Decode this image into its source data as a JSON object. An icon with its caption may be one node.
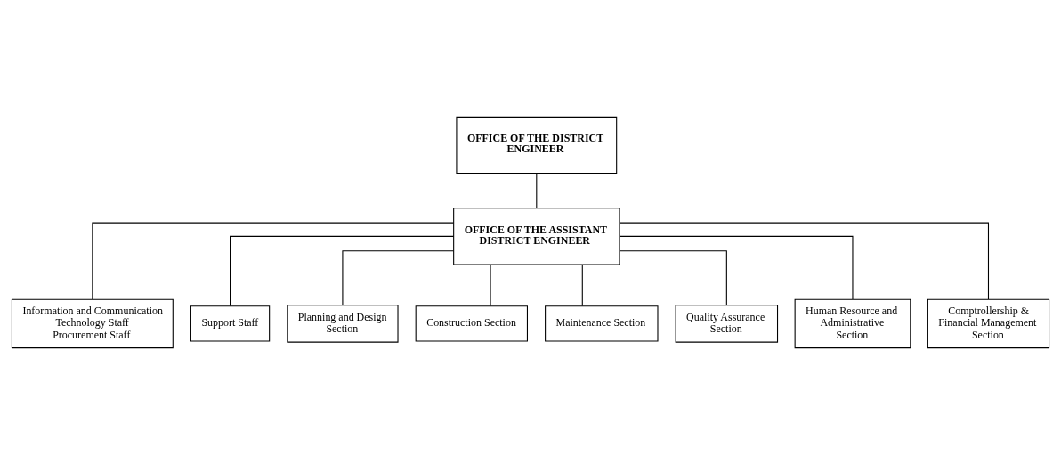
{
  "diagram": {
    "nodes": [
      {
        "text": [
          "OFFICE OF THE DISTRICT ENGINEER"
        ]
      },
      {
        "text": [
          "OFFICE OF THE ASSISTANT DISTRICT ENGINEER"
        ]
      },
      {
        "text": [
          "Information and Communication Technology Staff",
          "Procurement Staff"
        ]
      },
      {
        "text": [
          "Support Staff"
        ]
      },
      {
        "text": [
          "Planning and Design Section"
        ]
      },
      {
        "text": [
          "Construction Section"
        ]
      },
      {
        "text": [
          "Maintenance Section"
        ]
      },
      {
        "text": [
          "Quality Assurance Section"
        ]
      },
      {
        "text": [
          "Human Resource and Administrative Section"
        ]
      },
      {
        "text": [
          "Comptrollership & Financial Management Section"
        ]
      }
    ],
    "edges": [
      {
        "from": 0,
        "to": 1,
        "arrow": "none"
      },
      {
        "from": 1,
        "to": 2,
        "arrow": "none"
      },
      {
        "from": 1,
        "to": 3,
        "arrow": "none"
      },
      {
        "from": 1,
        "to": 4,
        "arrow": "none"
      },
      {
        "from": 1,
        "to": 5,
        "arrow": "none"
      },
      {
        "from": 1,
        "to": 6,
        "arrow": "none"
      },
      {
        "from": 1,
        "to": 7,
        "arrow": "none"
      },
      {
        "from": 1,
        "to": 8,
        "arrow": "none"
      },
      {
        "from": 1,
        "to": 9,
        "arrow": "none"
      }
    ]
  }
}
